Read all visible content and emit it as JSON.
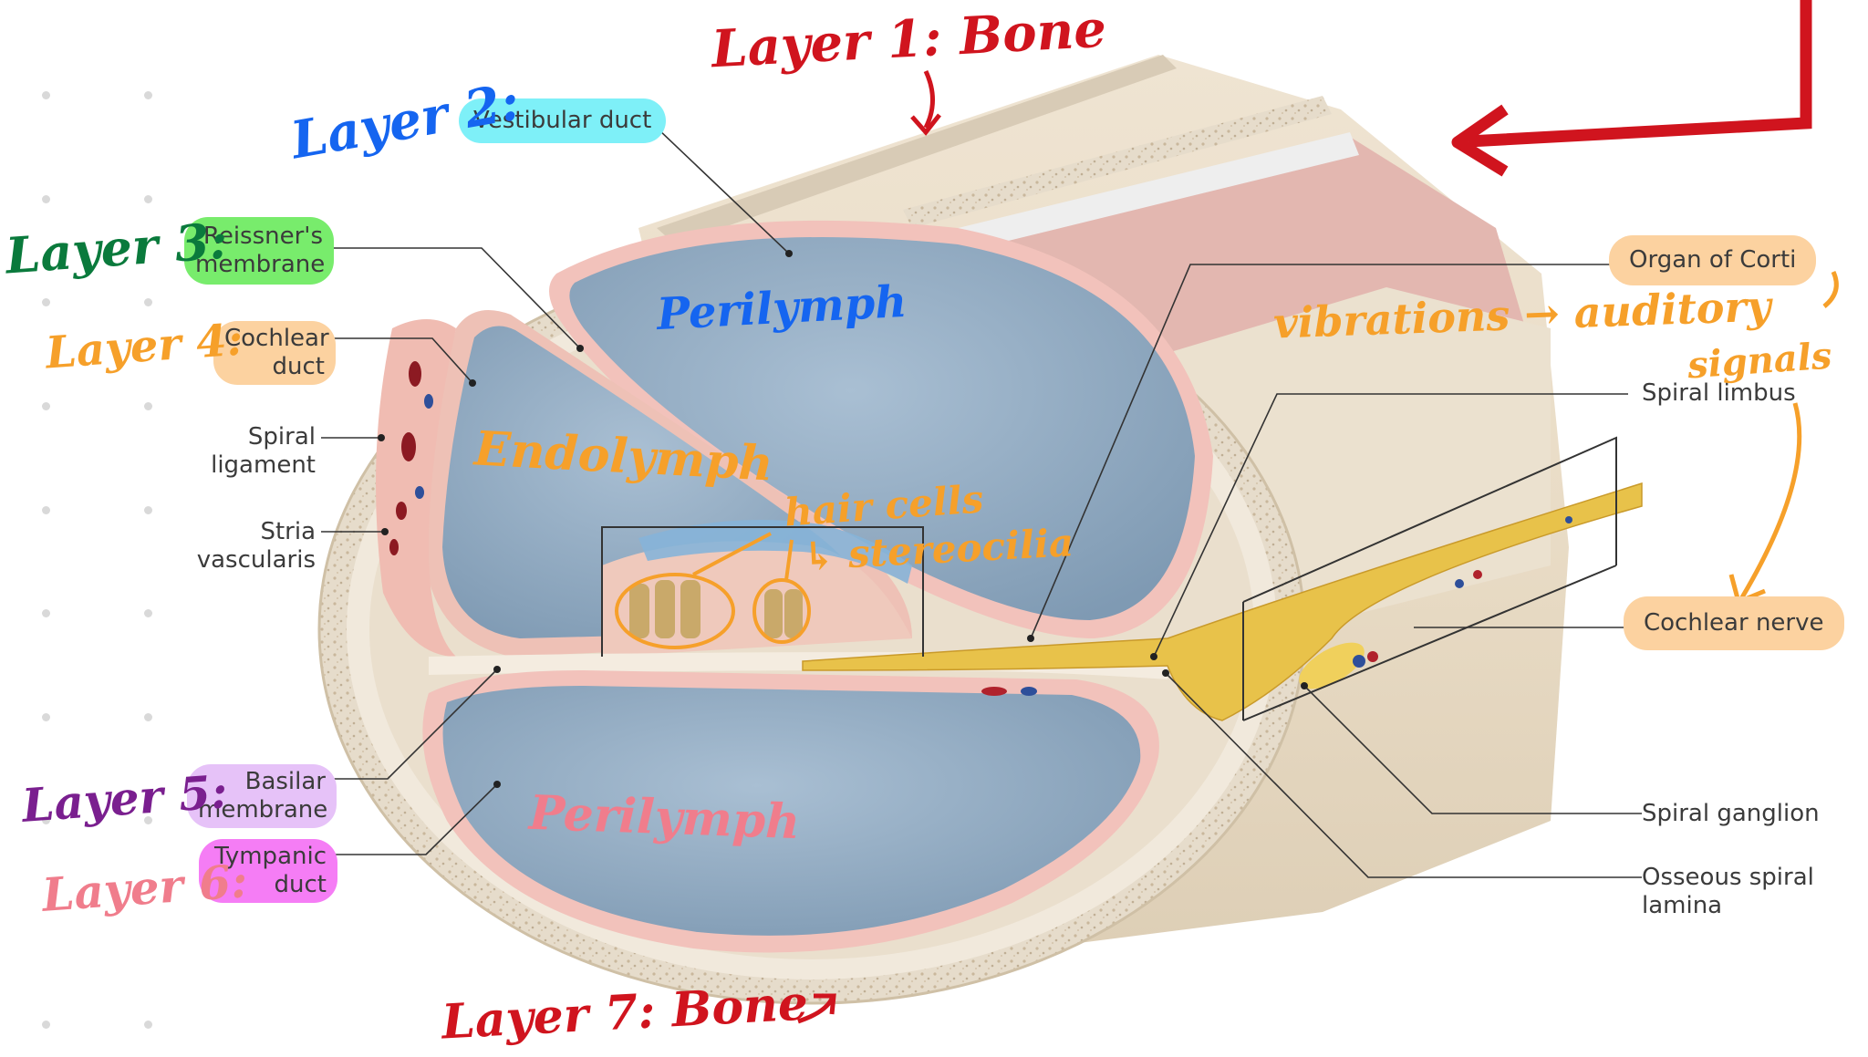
{
  "colors": {
    "red": "#d0141e",
    "blue": "#1565f0",
    "green": "#0a7a3c",
    "orange": "#f6a02a",
    "purple": "#7a1f8f",
    "pink": "#f07d8c",
    "cyan_hl": "#7ef0f8",
    "green_hl": "#78ec6c",
    "orange_hl": "#fcd2a0",
    "lilac_hl": "#e6c2f8",
    "magenta_hl": "#f57df5"
  },
  "handwriting": {
    "layer1": "Layer 1: Bone",
    "layer2": "Layer 2:",
    "layer3": "Layer 3:",
    "layer4": "Layer 4:",
    "layer5": "Layer 5:",
    "layer6": "Layer 6:",
    "layer7": "Layer 7: Bone",
    "perilymph_top": "Perilymph",
    "endolymph": "Endolymph",
    "perilymph_bottom": "Perilymph",
    "hair_cells": "hair cells",
    "stereocilia": "↳ stereocilia",
    "vibrations": "vibrations → auditory",
    "signals": "signals"
  },
  "labels": {
    "vestibular_duct": "Vestibular duct",
    "reissners_1": "Reissner's",
    "reissners_2": "membrane",
    "cochlear_duct_1": "Cochlear",
    "cochlear_duct_2": "duct",
    "spiral_ligament_1": "Spiral",
    "spiral_ligament_2": "ligament",
    "stria_1": "Stria",
    "stria_2": "vascularis",
    "basilar_1": "Basilar",
    "basilar_2": "membrane",
    "tympanic_1": "Tympanic",
    "tympanic_2": "duct",
    "organ_of_corti": "Organ of Corti",
    "spiral_limbus": "Spiral limbus",
    "cochlear_nerve": "Cochlear nerve",
    "spiral_ganglion": "Spiral ganglion",
    "osseous_spiral_lamina": "Osseous spiral lamina"
  }
}
